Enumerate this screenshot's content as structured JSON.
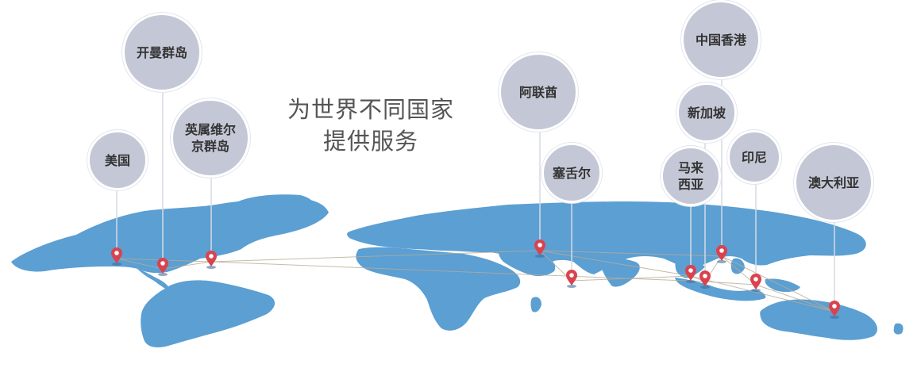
{
  "headline": {
    "line1": "为世界不同国家",
    "line2": "提供服务"
  },
  "colors": {
    "land": "#5b9fd3",
    "bubble": "#c4c8d6",
    "pin": "#d9434e",
    "route": "#b9ab95",
    "stem": "#d6dae3",
    "text": "#333333"
  },
  "locations": [
    {
      "id": "usa",
      "label": "美国"
    },
    {
      "id": "cayman",
      "label": "开曼群岛"
    },
    {
      "id": "bvi",
      "label_line1": "英属维尔",
      "label_line2": "京群岛"
    },
    {
      "id": "uae",
      "label": "阿联酋"
    },
    {
      "id": "seychelles",
      "label": "塞舌尔"
    },
    {
      "id": "hongkong",
      "label": "中国香港"
    },
    {
      "id": "singapore",
      "label": "新加坡"
    },
    {
      "id": "malaysia",
      "label_line1": "马来",
      "label_line2": "西亚"
    },
    {
      "id": "indonesia",
      "label": "印尼"
    },
    {
      "id": "australia",
      "label": "澳大利亚"
    }
  ]
}
